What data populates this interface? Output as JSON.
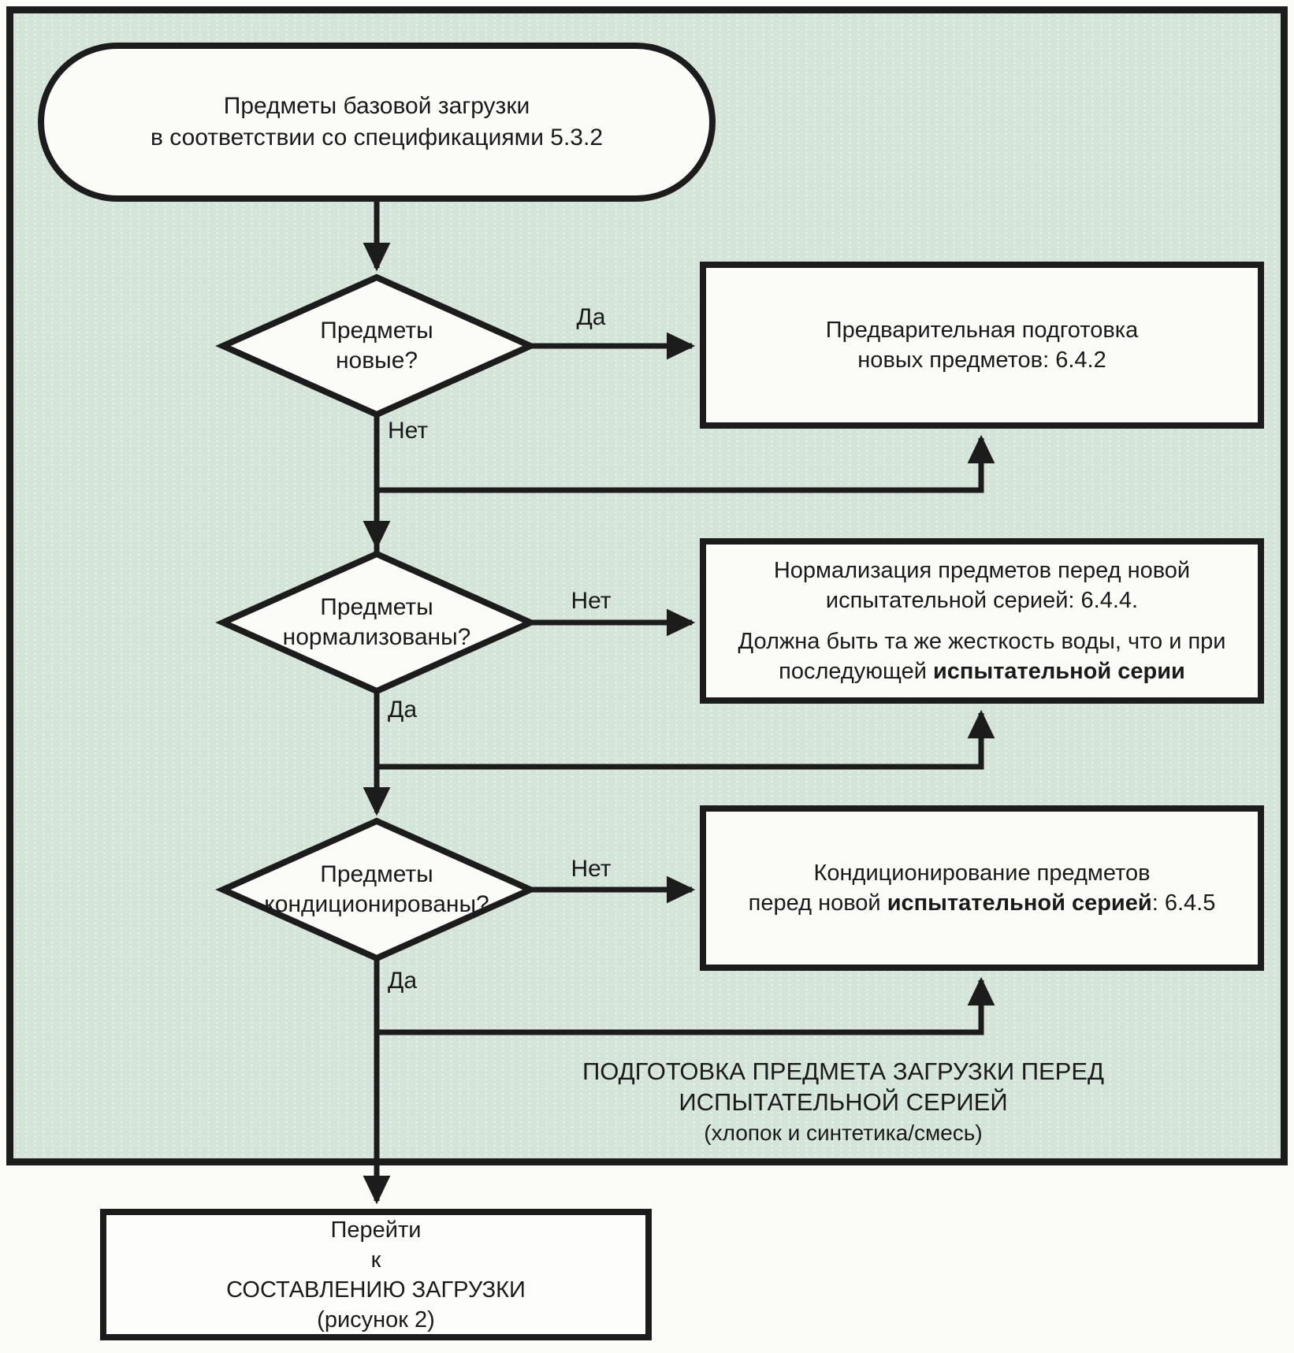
{
  "colors": {
    "outer_background": "#fbfbf7",
    "panel_background": "#d4e4d8",
    "line_color": "#1c1c1c",
    "shape_fill": "#fbfcf8"
  },
  "terminator": {
    "line1": "Предметы базовой загрузки",
    "line2": "в соответствии со спецификациями 5.3.2"
  },
  "decision_new": {
    "line1": "Предметы",
    "line2": "новые?"
  },
  "decision_normalized": {
    "line1": "Предметы",
    "line2": "нормализованы?"
  },
  "decision_conditioned": {
    "line1": "Предметы",
    "line2": "кондиционированы?"
  },
  "labels": {
    "yes1": "Да",
    "no1": "Нет",
    "no2": "Нет",
    "yes2": "Да",
    "no3": "Нет",
    "yes3": "Да"
  },
  "box_pretreat": {
    "line1": "Предварительная подготовка",
    "line2": "новых предметов: 6.4.2"
  },
  "box_normalize": {
    "para1_line1": "Нормализация предметов перед новой",
    "para1_line2": "испытательной серией: 6.4.4.",
    "para2_line1": "Должна быть та же жесткость воды, что и при",
    "para2_line2_prefix": "последующей ",
    "para2_line2_bold": "испытательной серии"
  },
  "box_condition": {
    "line1": "Кондиционирование предметов",
    "line2_prefix": "перед новой ",
    "line2_bold": "испытательной серией",
    "line2_suffix": ": 6.4.5"
  },
  "caption": {
    "line1": "ПОДГОТОВКА ПРЕДМЕТА ЗАГРУЗКИ ПЕРЕД",
    "line2": "ИСПЫТАТЕЛЬНОЙ СЕРИЕЙ",
    "line3": "(хлопок и синтетика/смесь)"
  },
  "end_box": {
    "line1": "Перейти",
    "line2": "к",
    "line3": "СОСТАВЛЕНИЮ ЗАГРУЗКИ",
    "line4": "(рисунок 2)"
  }
}
